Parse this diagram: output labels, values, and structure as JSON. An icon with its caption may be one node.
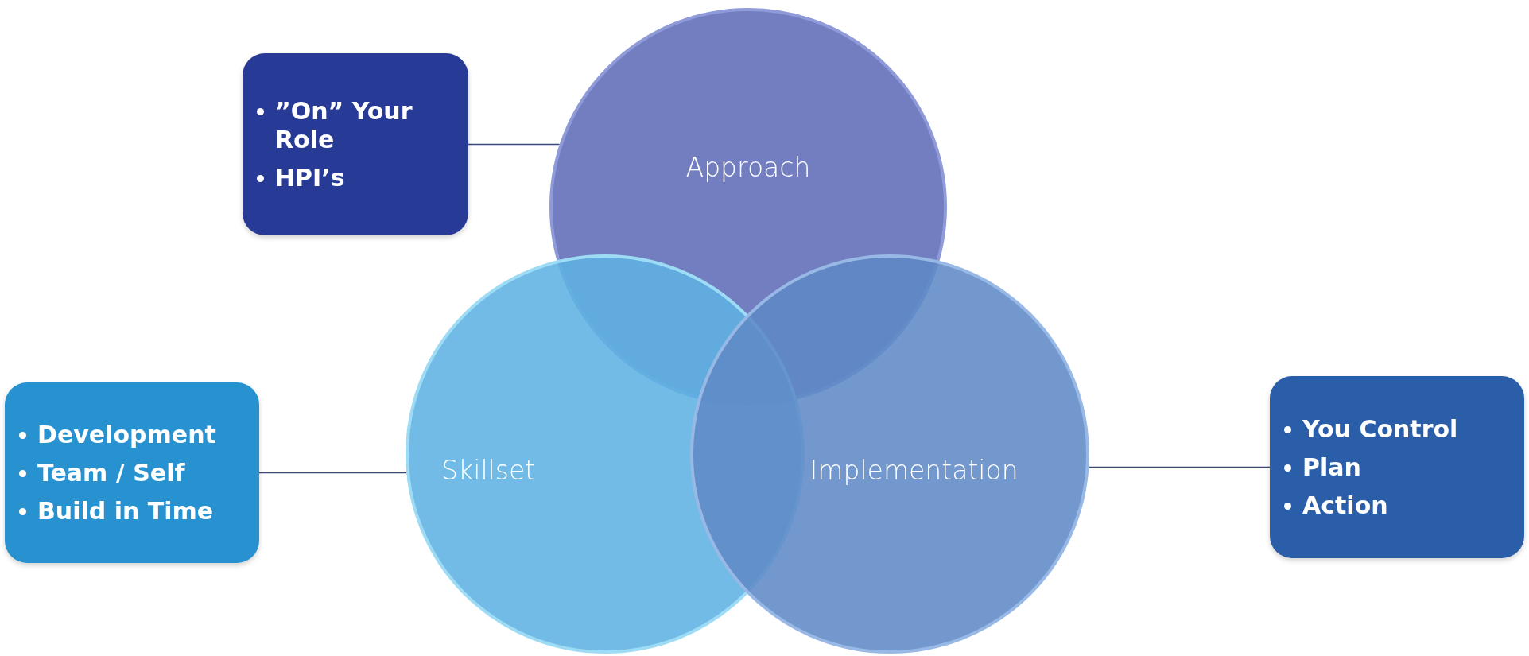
{
  "diagram": {
    "nodes": [
      {
        "text": [
          "”On” Your Role",
          "HPI’s"
        ]
      },
      {
        "text": [
          "Approach"
        ]
      },
      {
        "text": [
          "Development",
          "Team / Self",
          "Build in Time"
        ]
      },
      {
        "text": [
          "Skillset"
        ]
      },
      {
        "text": [
          "Implementation"
        ]
      },
      {
        "text": [
          "You Control",
          "Plan",
          "Action"
        ]
      }
    ],
    "edges": [
      {
        "from": 0,
        "to": 1,
        "arrow": "none"
      },
      {
        "from": 2,
        "to": 3,
        "arrow": "none"
      },
      {
        "from": 4,
        "to": 5,
        "arrow": "none"
      }
    ]
  }
}
